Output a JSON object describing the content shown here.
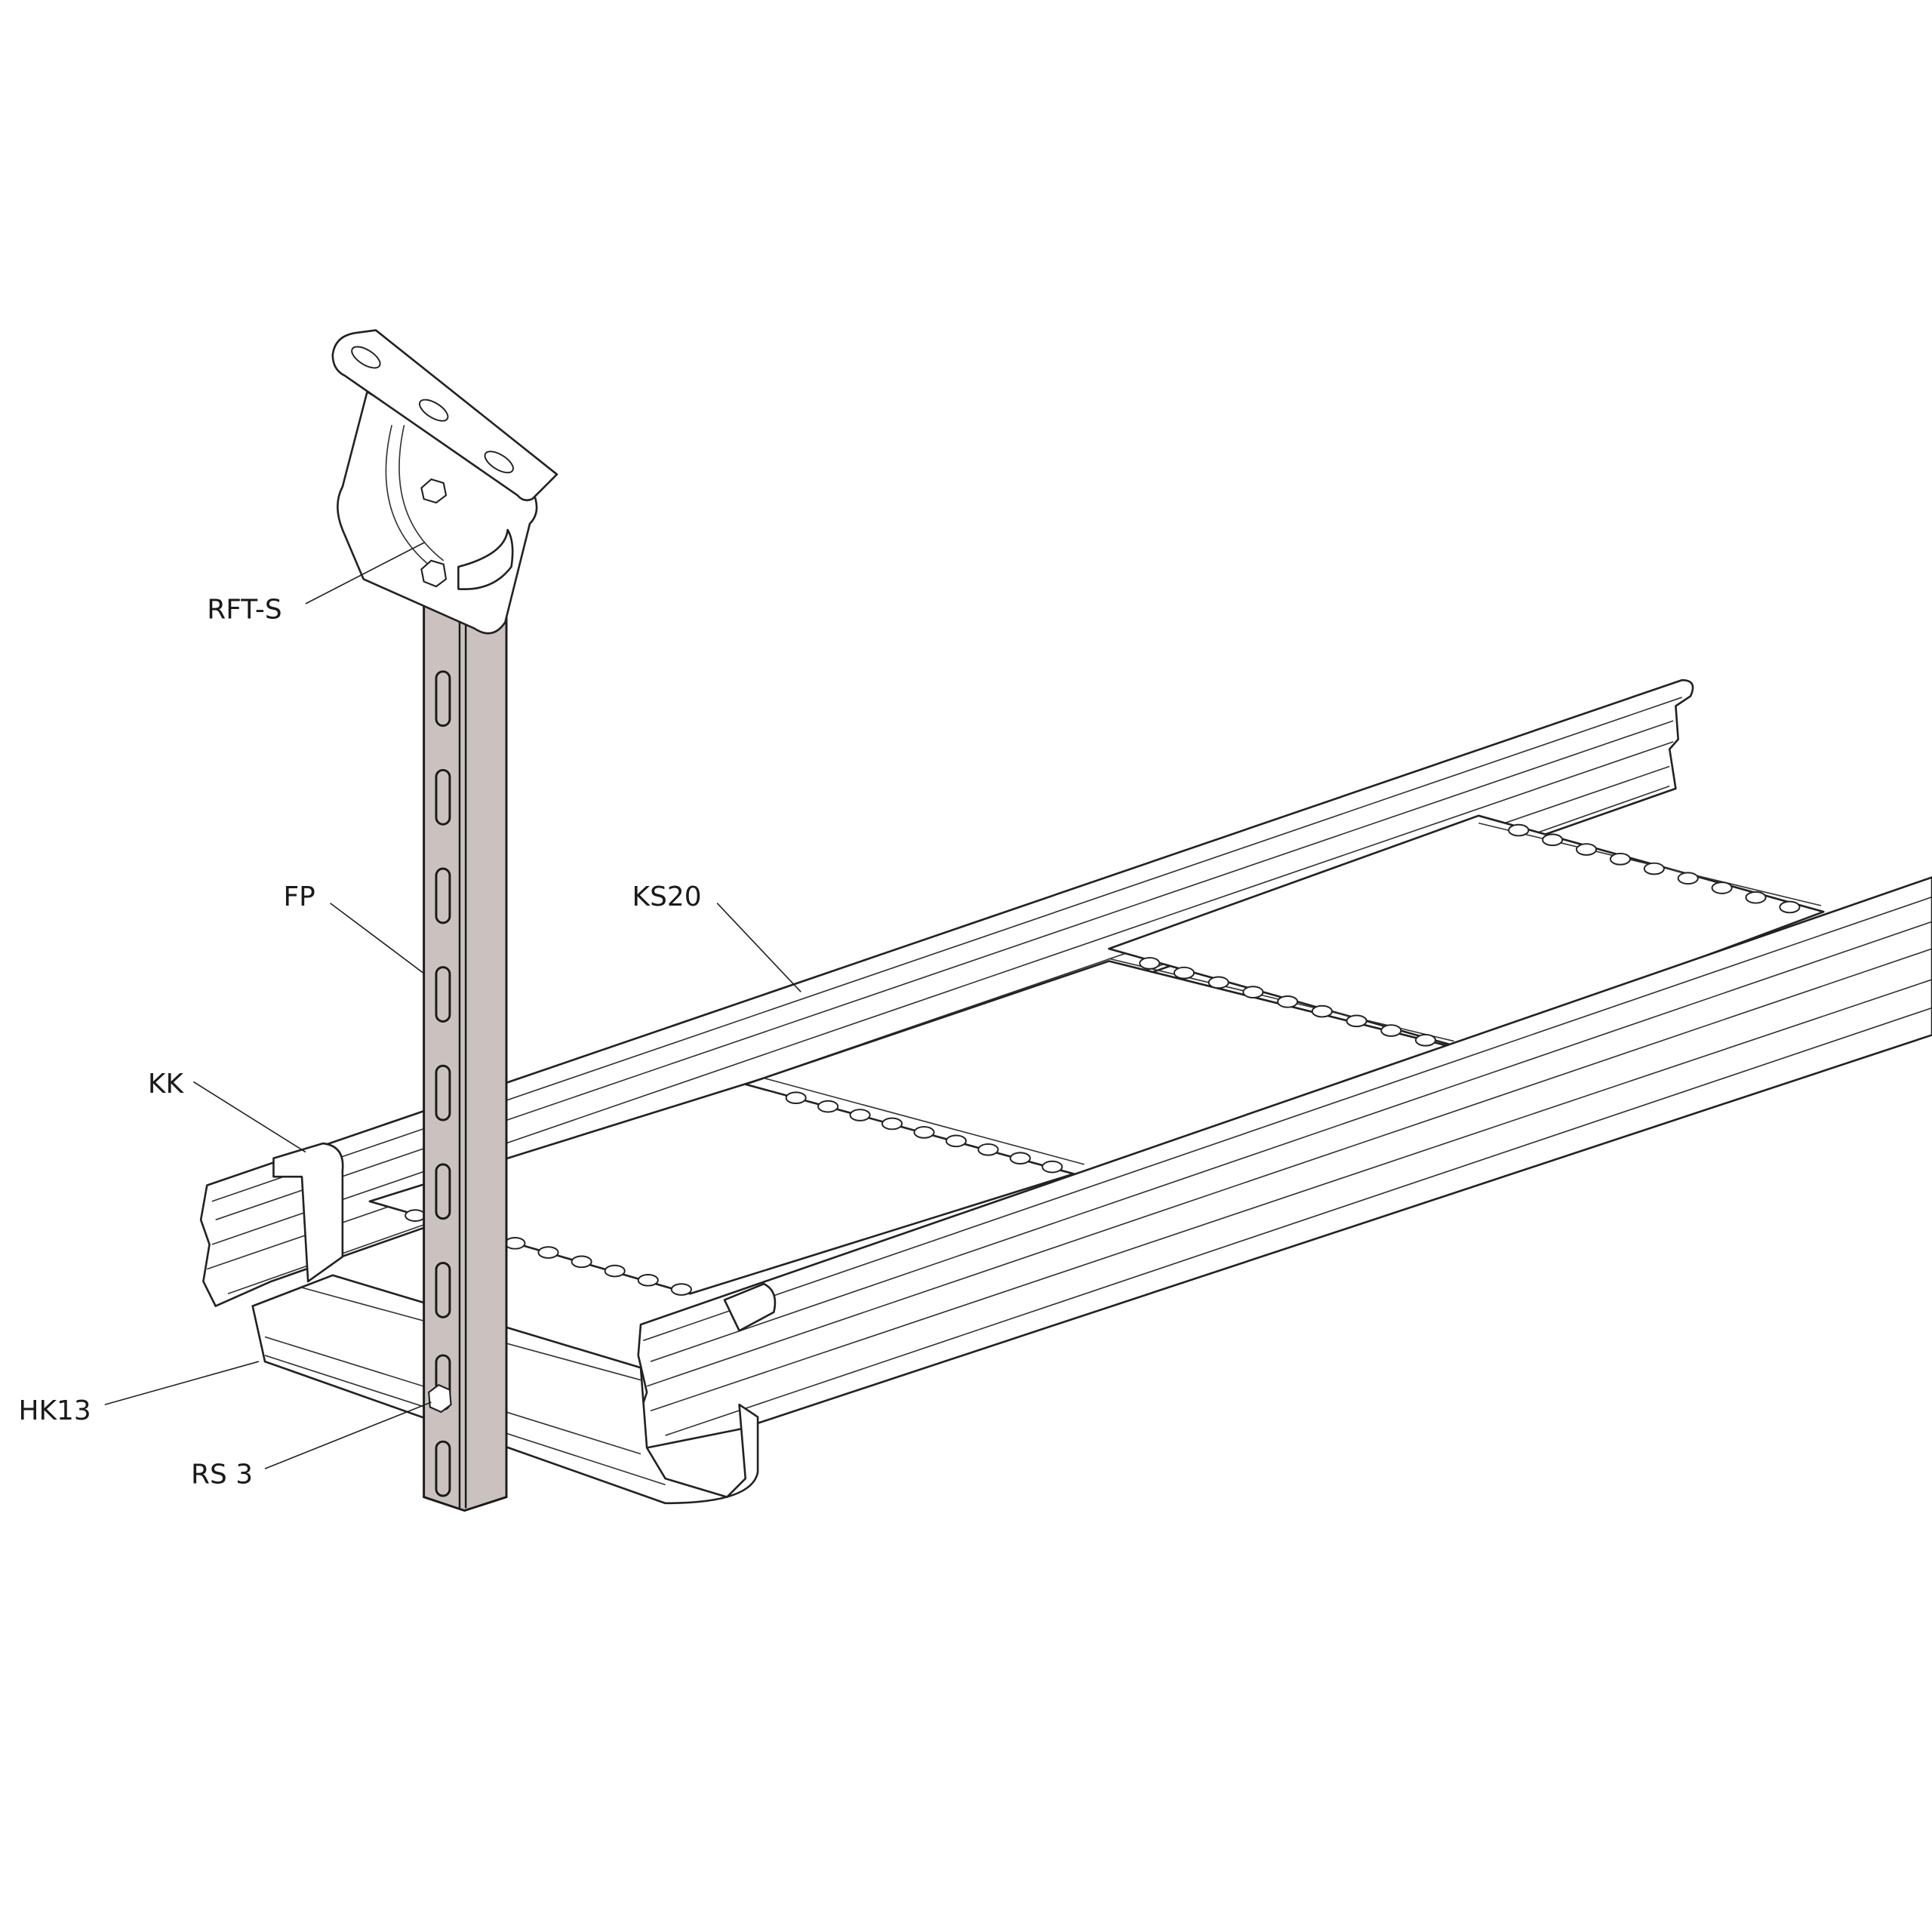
{
  "diagram": {
    "type": "assembly drawing - cable ladder suspended from ceiling",
    "colors": {
      "pillar": "#cbc2bf",
      "line": "#1a1a1a",
      "background": "#ffffff"
    },
    "labels": [
      {
        "id": "rft-s",
        "text": "RFT-S"
      },
      {
        "id": "fp",
        "text": "FP"
      },
      {
        "id": "ks20",
        "text": "KS20"
      },
      {
        "id": "kk",
        "text": "KK"
      },
      {
        "id": "hk13",
        "text": "HK13"
      },
      {
        "id": "rs3",
        "text": "RS 3"
      }
    ]
  }
}
